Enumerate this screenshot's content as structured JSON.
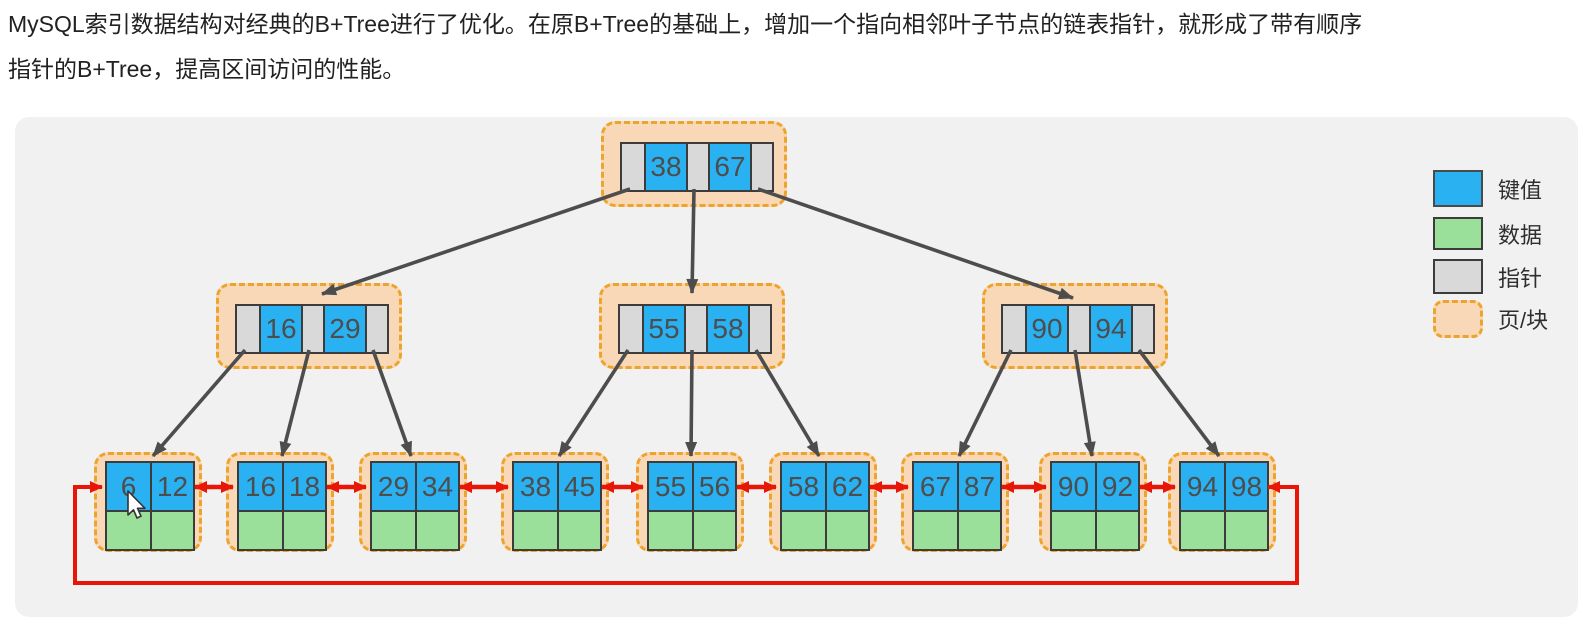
{
  "description": {
    "line1": "MySQL索引数据结构对经典的B+Tree进行了优化。在原B+Tree的基础上，增加一个指向相邻叶子节点的链表指针，就形成了带有顺序",
    "line2": "指针的B+Tree，提高区间访问的性能。"
  },
  "diagram": {
    "tree": {
      "root": {
        "keys": [
          "38",
          "67"
        ]
      },
      "internal_nodes": [
        {
          "keys": [
            "16",
            "29"
          ]
        },
        {
          "keys": [
            "55",
            "58"
          ]
        },
        {
          "keys": [
            "90",
            "94"
          ]
        }
      ],
      "leaf_nodes": [
        {
          "keys": [
            "6",
            "12"
          ]
        },
        {
          "keys": [
            "16",
            "18"
          ]
        },
        {
          "keys": [
            "29",
            "34"
          ]
        },
        {
          "keys": [
            "38",
            "45"
          ]
        },
        {
          "keys": [
            "55",
            "56"
          ]
        },
        {
          "keys": [
            "58",
            "62"
          ]
        },
        {
          "keys": [
            "67",
            "87"
          ]
        },
        {
          "keys": [
            "90",
            "92"
          ]
        },
        {
          "keys": [
            "94",
            "98"
          ]
        }
      ]
    },
    "legend": {
      "items": [
        {
          "label": "键值"
        },
        {
          "label": "数据"
        },
        {
          "label": "指针"
        },
        {
          "label": "页/块"
        }
      ]
    },
    "colors": {
      "key_cell": "#29b1f2",
      "data_cell": "#9ae09a",
      "pointer_cell": "#d9d9d9",
      "page_fill": "#f8d8b6",
      "page_border": "#eda42d",
      "tree_arrow": "#4d4d4d",
      "link_arrow": "#e81607"
    }
  }
}
